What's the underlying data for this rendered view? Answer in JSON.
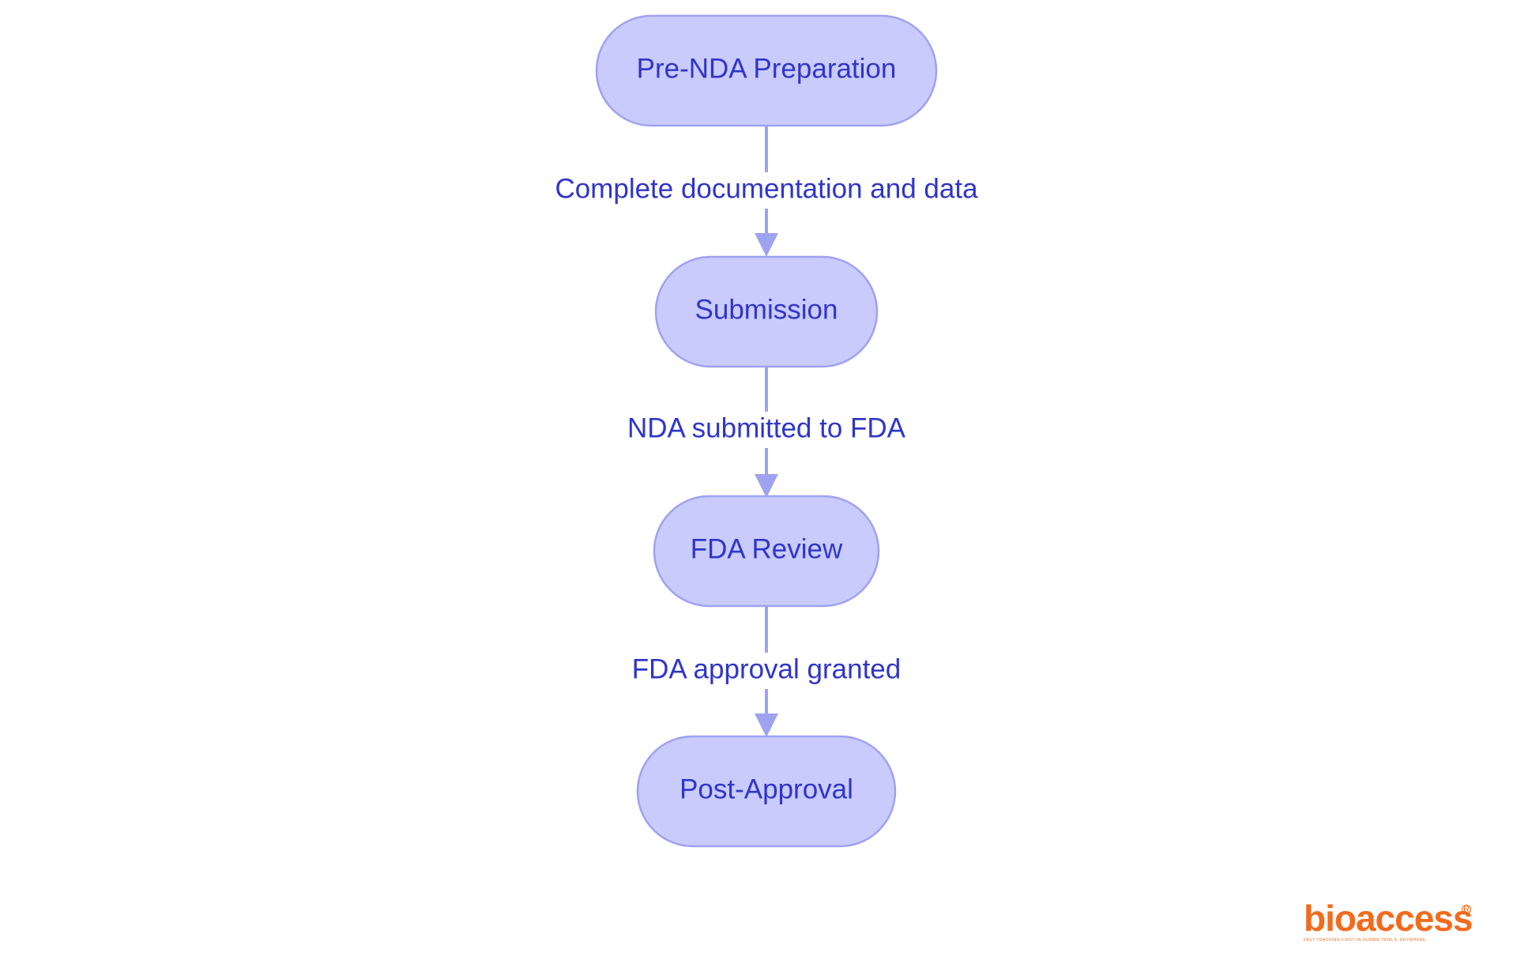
{
  "diagram": {
    "nodes": [
      {
        "id": "pre-nda",
        "label": "Pre-NDA Preparation"
      },
      {
        "id": "submission",
        "label": "Submission"
      },
      {
        "id": "fda-review",
        "label": "FDA Review"
      },
      {
        "id": "post-approval",
        "label": "Post-Approval"
      }
    ],
    "edges": [
      {
        "from": "pre-nda",
        "to": "submission",
        "label": "Complete documentation and data"
      },
      {
        "from": "submission",
        "to": "fda-review",
        "label": "NDA submitted to FDA"
      },
      {
        "from": "fda-review",
        "to": "post-approval",
        "label": "FDA approval granted"
      }
    ],
    "colors": {
      "node_fill": "#c9cbfc",
      "node_stroke": "#9ea2f0",
      "text": "#2f35c9",
      "edge": "#9ea2f0"
    }
  },
  "logo": {
    "wordmark": "bioaccess",
    "registered": "R",
    "tagline": "FAST-TRACKING FIRST-IN-HUMAN TRIALS, ANYWHERE",
    "color": "#f26b1d"
  }
}
